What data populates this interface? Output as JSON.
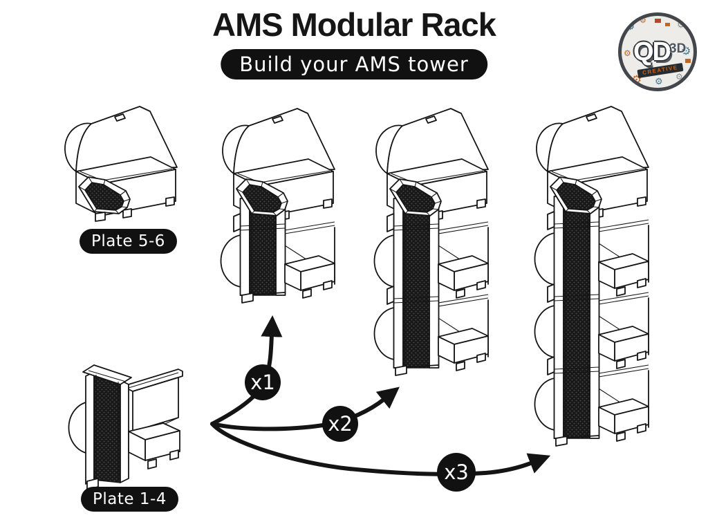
{
  "header": {
    "title": "AMS Modular Rack",
    "subtitle": "Build your AMS tower"
  },
  "logo": {
    "qd": "QD",
    "threed": "3D",
    "creative": "CREATIVE"
  },
  "labels": {
    "top_module": "Plate 5-6",
    "shelf_module": "Plate 1-4"
  },
  "multipliers": [
    {
      "label": "x1",
      "shelf_modules": 1
    },
    {
      "label": "x2",
      "shelf_modules": 2
    },
    {
      "label": "x3",
      "shelf_modules": 3
    }
  ],
  "colors": {
    "ink": "#141414",
    "paper": "#ffffff",
    "badge-bg": "#111111",
    "badge-text": "#ffffff",
    "logo-orange": "#c2651f",
    "logo-teal": "#48768a",
    "logo-gray": "#8d9296",
    "logo-ring": "#43474b"
  }
}
